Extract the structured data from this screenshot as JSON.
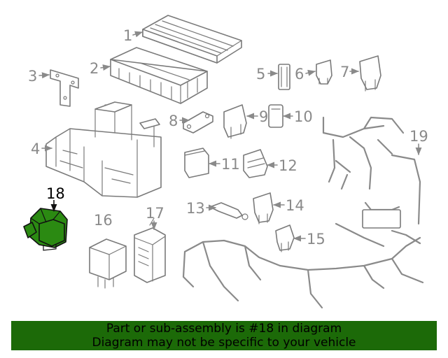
{
  "callouts": {
    "c1": "1",
    "c2": "2",
    "c3": "3",
    "c4": "4",
    "c5": "5",
    "c6": "6",
    "c7": "7",
    "c8": "8",
    "c9": "9",
    "c10": "10",
    "c11": "11",
    "c12": "12",
    "c13": "13",
    "c14": "14",
    "c15": "15",
    "c16": "16",
    "c17": "17",
    "c18": "18",
    "c19": "19"
  },
  "highlighted_part": "18",
  "colors": {
    "highlight_fill": "#2b8a12",
    "banner_background": "#1c6a08",
    "line_gray": "#8a8a8a"
  },
  "banner": {
    "line1": "Part or sub-assembly is #18 in diagram",
    "line2": "Diagram may not be specific to your vehicle"
  }
}
